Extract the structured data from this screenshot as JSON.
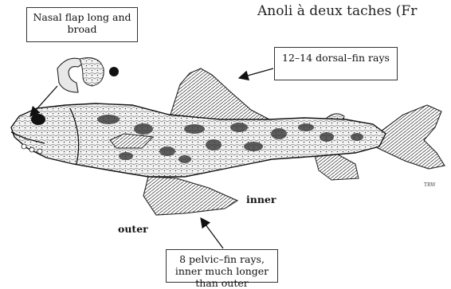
{
  "title": "Anoli à deux taches (Fr",
  "callouts": {
    "nasal_flap": "Nasal flap long and broad",
    "dorsal_fin": "12–14 dorsal–fin rays",
    "pelvic_fin": "8 pelvic–fin rays, inner much longer than outer"
  },
  "labels": {
    "inner": "inner",
    "outer": "outer"
  },
  "credit": "TRW"
}
